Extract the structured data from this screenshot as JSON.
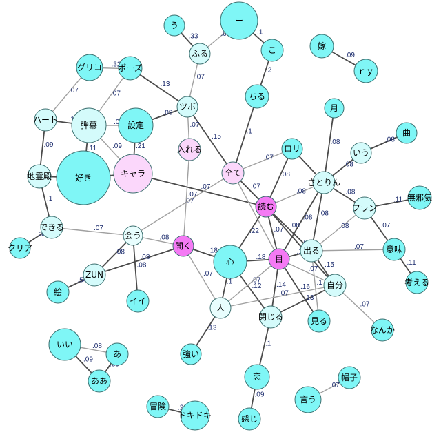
{
  "colors": {
    "node_cyan": "#7ff6f6",
    "node_light": "#d4fbfb",
    "node_pale": "#e8fdfd",
    "node_magenta": "#f47af4",
    "node_pink": "#fbd7fb",
    "node_border": "#3b6f6f",
    "edge_dark": "#4a4a4a",
    "edge_gray": "#a0a0a0",
    "edge_label": "#1a2a6c"
  },
  "nodes": [
    {
      "id": "dash",
      "label": "ー",
      "color": "cyan"
    },
    {
      "id": "u",
      "label": "う",
      "color": "cyan"
    },
    {
      "id": "furu",
      "label": "ふる",
      "color": "light"
    },
    {
      "id": "ko",
      "label": "こ",
      "color": "cyan"
    },
    {
      "id": "chiru",
      "label": "ちる",
      "color": "cyan"
    },
    {
      "id": "yome",
      "label": "嫁",
      "color": "cyan"
    },
    {
      "id": "ry",
      "label": "ｒｙ",
      "color": "cyan"
    },
    {
      "id": "guriko",
      "label": "グリコ",
      "color": "cyan"
    },
    {
      "id": "pose",
      "label": "ポーズ",
      "color": "cyan"
    },
    {
      "id": "tsubo",
      "label": "ツボ",
      "color": "light"
    },
    {
      "id": "heart",
      "label": "ハート",
      "color": "light"
    },
    {
      "id": "danmaku",
      "label": "弾幕",
      "color": "light"
    },
    {
      "id": "settei",
      "label": "設定",
      "color": "cyan"
    },
    {
      "id": "tsuki",
      "label": "月",
      "color": "cyan"
    },
    {
      "id": "kyoku",
      "label": "曲",
      "color": "cyan"
    },
    {
      "id": "ireru",
      "label": "入れる",
      "color": "pink"
    },
    {
      "id": "rori",
      "label": "ロリ",
      "color": "cyan"
    },
    {
      "id": "iu",
      "label": "いう",
      "color": "light"
    },
    {
      "id": "subete",
      "label": "全て",
      "color": "pink"
    },
    {
      "id": "satori",
      "label": "さとりん",
      "color": "light"
    },
    {
      "id": "jireiden",
      "label": "地霊殿",
      "color": "light"
    },
    {
      "id": "suki",
      "label": "好き",
      "color": "cyan"
    },
    {
      "id": "kyara",
      "label": "キャラ",
      "color": "pink"
    },
    {
      "id": "mujaki",
      "label": "無邪気",
      "color": "cyan"
    },
    {
      "id": "yomu",
      "label": "読む",
      "color": "magenta"
    },
    {
      "id": "furan",
      "label": "フラン",
      "color": "light"
    },
    {
      "id": "dekiru",
      "label": "できる",
      "color": "light"
    },
    {
      "id": "kuria",
      "label": "クリア",
      "color": "cyan"
    },
    {
      "id": "au",
      "label": "会う",
      "color": "pale"
    },
    {
      "id": "hiraku",
      "label": "開く",
      "color": "magenta"
    },
    {
      "id": "kokoro",
      "label": "心",
      "color": "cyan"
    },
    {
      "id": "me",
      "label": "目",
      "color": "magenta"
    },
    {
      "id": "deru",
      "label": "出る",
      "color": "light"
    },
    {
      "id": "imi",
      "label": "意味",
      "color": "cyan"
    },
    {
      "id": "zun",
      "label": "ZUN",
      "color": "light"
    },
    {
      "id": "jibun",
      "label": "自分",
      "color": "light"
    },
    {
      "id": "kangaeru",
      "label": "考える",
      "color": "cyan"
    },
    {
      "id": "e",
      "label": "絵",
      "color": "cyan"
    },
    {
      "id": "ii2",
      "label": "イイ",
      "color": "cyan"
    },
    {
      "id": "hito",
      "label": "人",
      "color": "pale"
    },
    {
      "id": "tojiru",
      "label": "閉じる",
      "color": "light"
    },
    {
      "id": "miru",
      "label": "見る",
      "color": "cyan"
    },
    {
      "id": "nanka",
      "label": "なんか",
      "color": "cyan"
    },
    {
      "id": "tsuyoi",
      "label": "強い",
      "color": "cyan"
    },
    {
      "id": "ii",
      "label": "いい",
      "color": "cyan"
    },
    {
      "id": "a",
      "label": "あ",
      "color": "cyan"
    },
    {
      "id": "aa",
      "label": "ああ",
      "color": "cyan"
    },
    {
      "id": "koi",
      "label": "恋",
      "color": "cyan"
    },
    {
      "id": "boushi",
      "label": "帽子",
      "color": "cyan"
    },
    {
      "id": "iu2",
      "label": "言う",
      "color": "cyan"
    },
    {
      "id": "kanji",
      "label": "感じ",
      "color": "cyan"
    },
    {
      "id": "bouken",
      "label": "冒険",
      "color": "cyan"
    },
    {
      "id": "dokidoki",
      "label": "ドキドキ",
      "color": "cyan"
    }
  ],
  "edges": [
    {
      "from": "furu",
      "to": "u",
      "label": ".33",
      "tone": "dark"
    },
    {
      "from": "furu",
      "to": "dash",
      "label": ".08",
      "tone": "gray"
    },
    {
      "from": "dash",
      "to": "ko",
      "label": ".1",
      "tone": "dark"
    },
    {
      "from": "ko",
      "to": "chiru",
      "label": ".2",
      "tone": "dark"
    },
    {
      "from": "chiru",
      "to": "subete",
      "label": ".1",
      "tone": "dark"
    },
    {
      "from": "yome",
      "to": "ry",
      "label": ".09",
      "tone": "dark"
    },
    {
      "from": "guriko",
      "to": "pose",
      "label": ".32",
      "tone": "dark"
    },
    {
      "from": "guriko",
      "to": "heart",
      "label": ".07",
      "tone": "gray"
    },
    {
      "from": "pose",
      "to": "danmaku",
      "label": ".07",
      "tone": "gray"
    },
    {
      "from": "pose",
      "to": "tsubo",
      "label": ".13",
      "tone": "dark"
    },
    {
      "from": "furu",
      "to": "tsubo",
      "label": ".07",
      "tone": "gray"
    },
    {
      "from": "heart",
      "to": "danmaku",
      "label": ".13",
      "tone": "dark"
    },
    {
      "from": "heart",
      "to": "jireiden",
      "label": ".09",
      "tone": "dark"
    },
    {
      "from": "danmaku",
      "to": "settei",
      "label": ".09",
      "tone": "gray"
    },
    {
      "from": "danmaku",
      "to": "suki",
      "label": ".11",
      "tone": "dark"
    },
    {
      "from": "danmaku",
      "to": "kyara",
      "label": ".09",
      "tone": "gray"
    },
    {
      "from": "settei",
      "to": "tsubo",
      "label": ".09",
      "tone": "dark"
    },
    {
      "from": "settei",
      "to": "kyara",
      "label": ".21",
      "tone": "dark"
    },
    {
      "from": "tsubo",
      "to": "ireru",
      "label": ".07",
      "tone": "gray"
    },
    {
      "from": "tsubo",
      "to": "subete",
      "label": ".15",
      "tone": "dark"
    },
    {
      "from": "jireiden",
      "to": "suki",
      "label": "",
      "tone": "dark"
    },
    {
      "from": "jireiden",
      "to": "dekiru",
      "label": ".1",
      "tone": "dark"
    },
    {
      "from": "suki",
      "to": "kyara",
      "label": "",
      "tone": "dark"
    },
    {
      "from": "kyara",
      "to": "yomu",
      "label": ".07",
      "tone": "dark"
    },
    {
      "from": "ireru",
      "to": "hiraku",
      "label": ".07",
      "tone": "gray"
    },
    {
      "from": "subete",
      "to": "rori",
      "label": ".07",
      "tone": "gray"
    },
    {
      "from": "subete",
      "to": "yomu",
      "label": ".07",
      "tone": "dark"
    },
    {
      "from": "subete",
      "to": "au",
      "label": ".07",
      "tone": "gray"
    },
    {
      "from": "subete",
      "to": "me",
      "label": ".07",
      "tone": "gray"
    },
    {
      "from": "rori",
      "to": "yomu",
      "label": ".08",
      "tone": "dark"
    },
    {
      "from": "rori",
      "to": "satori",
      "label": "",
      "tone": "dark"
    },
    {
      "from": "tsuki",
      "to": "satori",
      "label": ".08",
      "tone": "dark"
    },
    {
      "from": "kyoku",
      "to": "iu",
      "label": ".08",
      "tone": "dark"
    },
    {
      "from": "iu",
      "to": "satori",
      "label": ".08",
      "tone": "dark"
    },
    {
      "from": "satori",
      "to": "furan",
      "label": ".08",
      "tone": "dark"
    },
    {
      "from": "satori",
      "to": "yomu",
      "label": ".08",
      "tone": "gray"
    },
    {
      "from": "satori",
      "to": "me",
      "label": ".08",
      "tone": "dark"
    },
    {
      "from": "satori",
      "to": "deru",
      "label": ".08",
      "tone": "dark"
    },
    {
      "from": "furan",
      "to": "mujaki",
      "label": ".11",
      "tone": "dark"
    },
    {
      "from": "furan",
      "to": "imi",
      "label": ".07",
      "tone": "dark"
    },
    {
      "from": "furan",
      "to": "deru",
      "label": ".08",
      "tone": "gray"
    },
    {
      "from": "yomu",
      "to": "kokoro",
      "label": ".22",
      "tone": "dark"
    },
    {
      "from": "yomu",
      "to": "me",
      "label": ".07",
      "tone": "dark"
    },
    {
      "from": "yomu",
      "to": "deru",
      "label": ".08",
      "tone": "dark"
    },
    {
      "from": "yomu",
      "to": "jibun",
      "label": ".07",
      "tone": "dark"
    },
    {
      "from": "dekiru",
      "to": "kuria",
      "label": ".36",
      "tone": "dark"
    },
    {
      "from": "dekiru",
      "to": "au",
      "label": ".07",
      "tone": "gray"
    },
    {
      "from": "au",
      "to": "hiraku",
      "label": ".08",
      "tone": "gray"
    },
    {
      "from": "au",
      "to": "zun",
      "label": ".08",
      "tone": "dark"
    },
    {
      "from": "au",
      "to": "ii2",
      "label": ".08",
      "tone": "dark"
    },
    {
      "from": "hiraku",
      "to": "zun",
      "label": ".08",
      "tone": "dark"
    },
    {
      "from": "hiraku",
      "to": "kokoro",
      "label": ".18",
      "tone": "dark"
    },
    {
      "from": "hiraku",
      "to": "hito",
      "label": ".07",
      "tone": "gray"
    },
    {
      "from": "zun",
      "to": "e",
      "label": ".54",
      "tone": "dark"
    },
    {
      "from": "kokoro",
      "to": "me",
      "label": ".18",
      "tone": "dark"
    },
    {
      "from": "kokoro",
      "to": "hito",
      "label": ".1",
      "tone": "dark"
    },
    {
      "from": "kokoro",
      "to": "tojiru",
      "label": ".12",
      "tone": "dark"
    },
    {
      "from": "me",
      "to": "deru",
      "label": ".17",
      "tone": "dark"
    },
    {
      "from": "me",
      "to": "hito",
      "label": ".07",
      "tone": "gray"
    },
    {
      "from": "me",
      "to": "tojiru",
      "label": ".14",
      "tone": "dark"
    },
    {
      "from": "me",
      "to": "miru",
      "label": ".16",
      "tone": "dark"
    },
    {
      "from": "me",
      "to": "jibun",
      "label": ".07",
      "tone": "gray"
    },
    {
      "from": "deru",
      "to": "imi",
      "label": ".07",
      "tone": "gray"
    },
    {
      "from": "deru",
      "to": "jibun",
      "label": ".15",
      "tone": "dark"
    },
    {
      "from": "deru",
      "to": "miru",
      "label": ".1",
      "tone": "gray"
    },
    {
      "from": "imi",
      "to": "kangaeru",
      "label": ".11",
      "tone": "dark"
    },
    {
      "from": "jibun",
      "to": "nanka",
      "label": ".07",
      "tone": "gray"
    },
    {
      "from": "jibun",
      "to": "tojiru",
      "label": ".13",
      "tone": "dark"
    },
    {
      "from": "jibun",
      "to": "hito",
      "label": ".07",
      "tone": "gray"
    },
    {
      "from": "hito",
      "to": "tsuyoi",
      "label": ".13",
      "tone": "dark"
    },
    {
      "from": "tojiru",
      "to": "koi",
      "label": ".1",
      "tone": "dark"
    },
    {
      "from": "ii",
      "to": "a",
      "label": ".08",
      "tone": "gray"
    },
    {
      "from": "ii",
      "to": "aa",
      "label": ".09",
      "tone": "dark"
    },
    {
      "from": "a",
      "to": "aa",
      "label": ".39",
      "tone": "dark"
    },
    {
      "from": "koi",
      "to": "kanji",
      "label": ".09",
      "tone": "dark"
    },
    {
      "from": "boushi",
      "to": "iu2",
      "label": ".07",
      "tone": "gray"
    },
    {
      "from": "bouken",
      "to": "dokidoki",
      "label": ".23",
      "tone": "dark"
    }
  ]
}
